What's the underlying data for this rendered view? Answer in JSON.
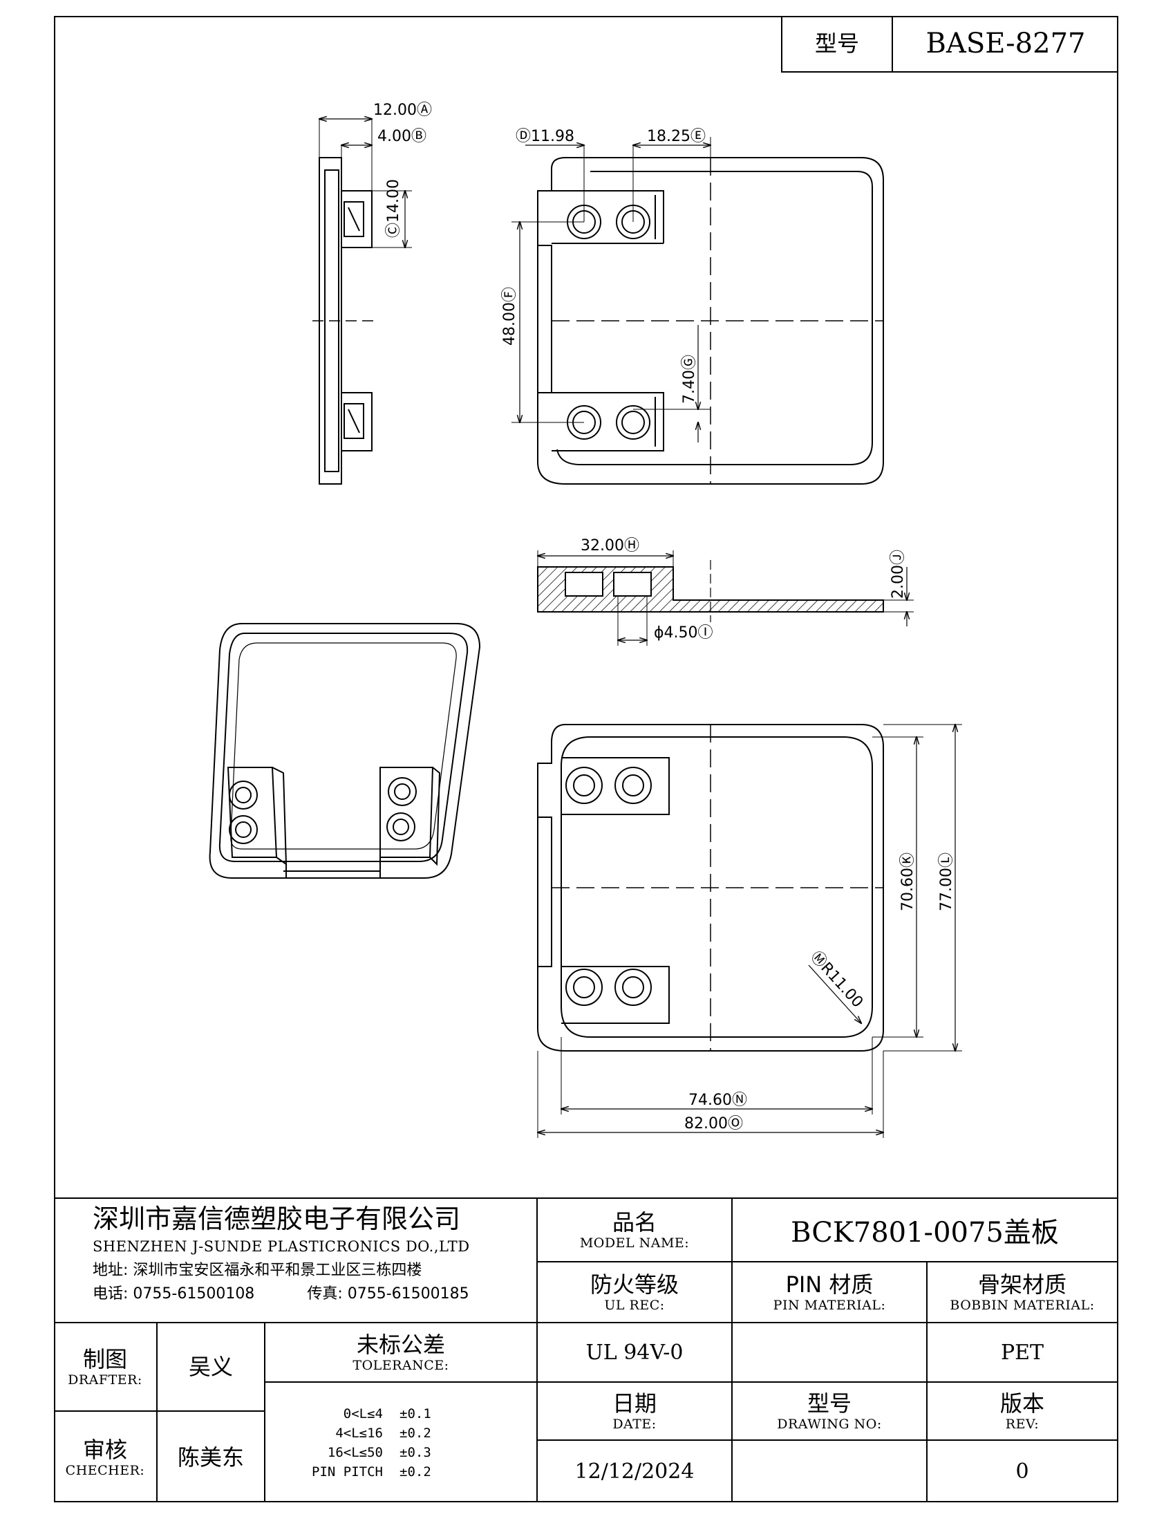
{
  "header": {
    "model_label": "型号",
    "model_value": "BASE-8277"
  },
  "drawing": {
    "dims": {
      "a": "12.00Ⓐ",
      "b": "4.00Ⓑ",
      "c": "Ⓒ14.00",
      "d": "Ⓓ11.98",
      "e": "18.25Ⓔ",
      "f": "48.00Ⓕ",
      "g": "7.40Ⓖ",
      "h": "32.00Ⓗ",
      "i": "ϕ4.50Ⓘ",
      "j": "2.00Ⓙ",
      "k": "70.60Ⓚ",
      "l": "77.00Ⓛ",
      "m": "ⓂR11.00",
      "n": "74.60Ⓝ",
      "o": "82.00Ⓞ"
    }
  },
  "title_block": {
    "company_cn": "深圳市嘉信德塑胶电子有限公司",
    "company_en": "SHENZHEN J-SUNDE PLASTICRONICS DO.,LTD",
    "address": "地址: 深圳市宝安区福永和平和景工业区三栋四楼",
    "phone": "电话: 0755-61500108",
    "fax": "传真: 0755-61500185",
    "model_name_cn": "品名",
    "model_name_en": "MODEL NAME:",
    "model_name_value": "BCK7801-0075盖板",
    "ul_cn": "防火等级",
    "ul_en": "UL REC:",
    "pin_cn": "PIN 材质",
    "pin_en": "PIN MATERIAL:",
    "bobbin_cn": "骨架材质",
    "bobbin_en": "BOBBIN MATERIAL:",
    "drafter_cn": "制图",
    "drafter_en": "DRAFTER:",
    "drafter_name": "吴义",
    "tolerance_cn": "未标公差",
    "tolerance_en": "TOLERANCE:",
    "ul_value": "UL 94V-0",
    "pin_value": "",
    "bobbin_value": "PET",
    "checker_cn": "审核",
    "checker_en": "CHECHER:",
    "checker_name": "陈美东",
    "tolerances": [
      {
        "range": "0<L≤4",
        "value": "±0.1"
      },
      {
        "range": "4<L≤16",
        "value": "±0.2"
      },
      {
        "range": "16<L≤50",
        "value": "±0.3"
      },
      {
        "range": "PIN PITCH",
        "value": "±0.2"
      }
    ],
    "date_cn": "日期",
    "date_en": "DATE:",
    "date_value": "12/12/2024",
    "drawing_no_cn": "型号",
    "drawing_no_en": "DRAWING NO:",
    "drawing_no_value": "",
    "rev_cn": "版本",
    "rev_en": "REV:",
    "rev_value": "0"
  }
}
